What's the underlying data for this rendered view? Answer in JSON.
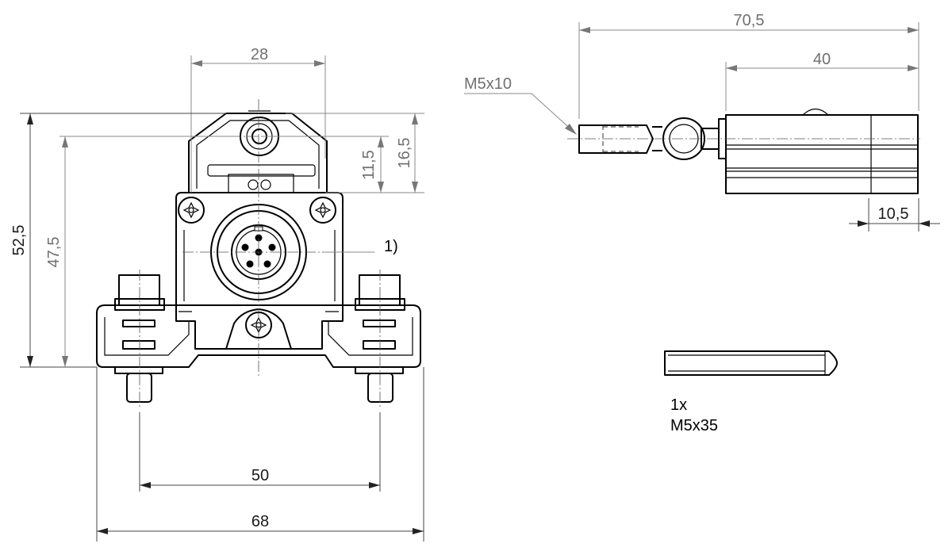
{
  "dimensions": {
    "top_width": "28",
    "height_11": "11,5",
    "height_16": "16,5",
    "height_52": "52,5",
    "height_47": "47,5",
    "hole_spacing": "50",
    "base_width": "68",
    "side_total": "70,5",
    "side_body": "40",
    "side_offset": "10,5"
  },
  "labels": {
    "callout": "1)",
    "screw_thread": "M5x10",
    "accessory_qty": "1x",
    "accessory_spec": "M5x35"
  }
}
